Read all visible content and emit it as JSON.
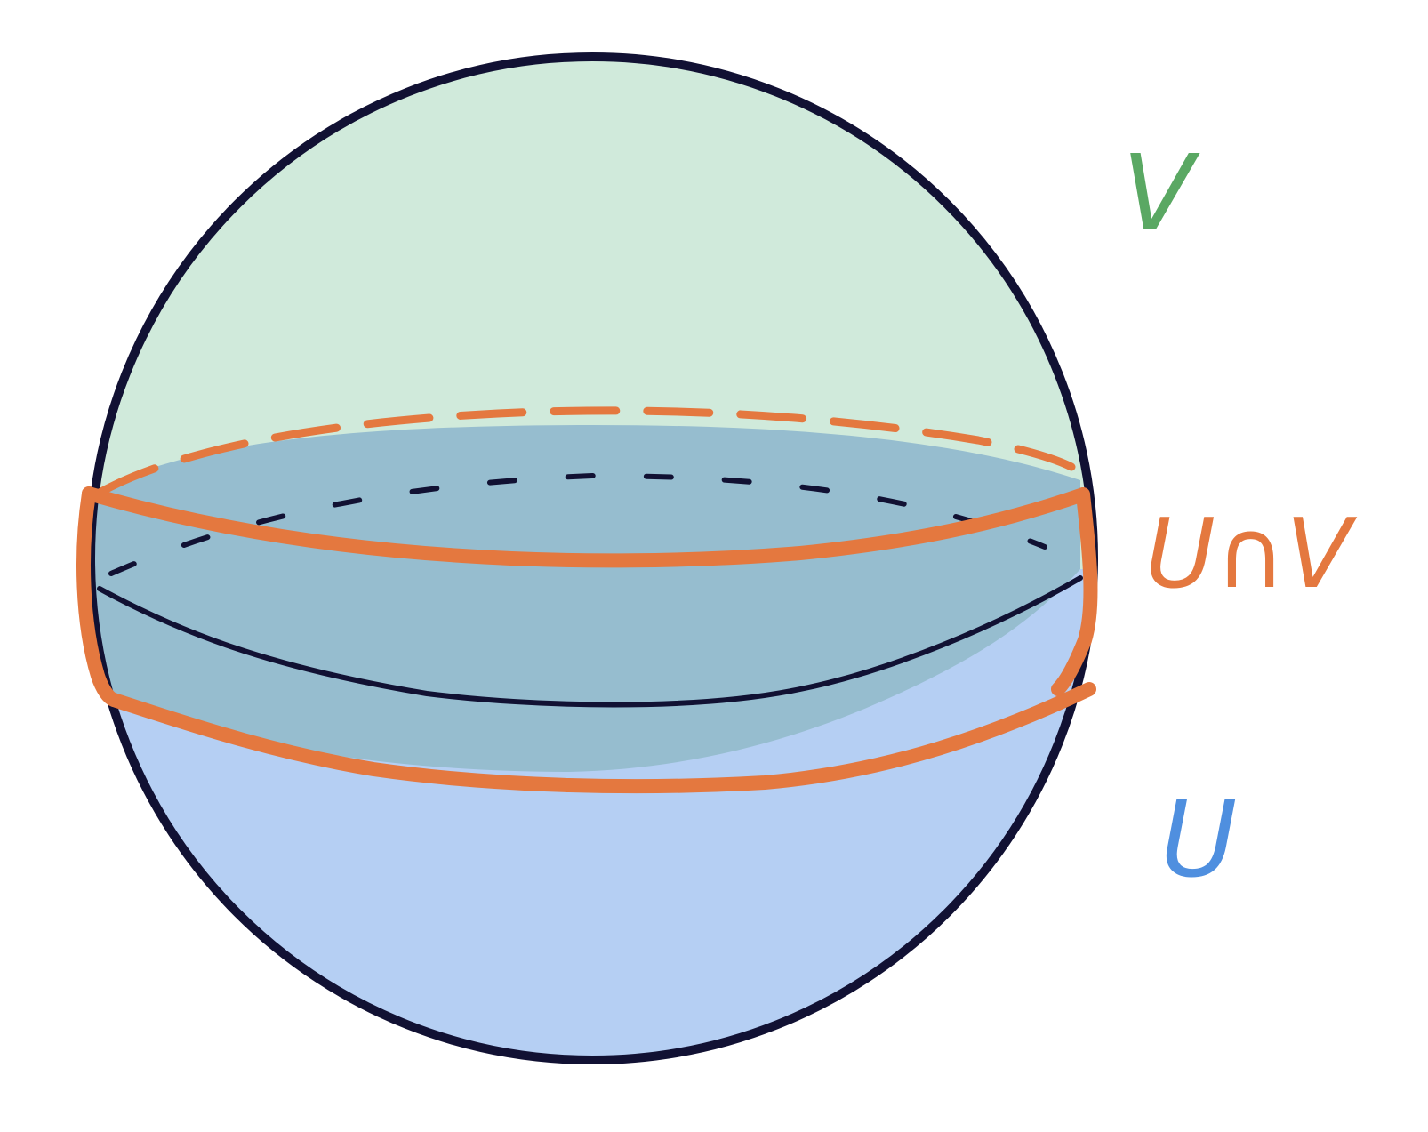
{
  "diagram": {
    "labels": {
      "v": "V",
      "intersection": "U∩V",
      "u": "U"
    },
    "colors": {
      "v_region": "#d0eadb",
      "u_region": "#b5cff3",
      "overlap_region": "#96bdcf",
      "outline": "#111133",
      "orange": "#e4783f",
      "v_label": "#5aa863",
      "u_label": "#4f8fdf"
    }
  }
}
